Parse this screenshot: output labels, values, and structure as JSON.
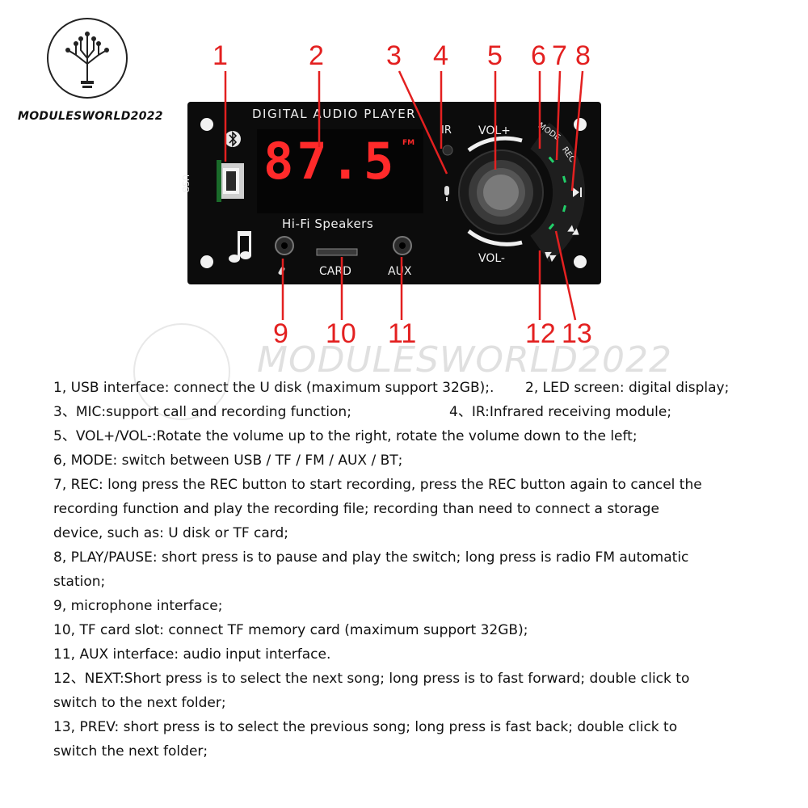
{
  "brand": {
    "name": "MODULESWORLD2022",
    "watermark": "MODULESWORLD2022"
  },
  "board": {
    "title": "DIGITAL AUDIO PLAYER",
    "display_value": "87.5",
    "display_unit": "FM",
    "subtitle": "Hi-Fi Speakers",
    "usb_label": "USB",
    "ir_label": "IR",
    "vol_plus": "VOL+",
    "vol_minus": "VOL-",
    "mode_label": "MODE",
    "rec_label": "REC",
    "card_label": "CARD",
    "aux_label": "AUX"
  },
  "callouts": {
    "n1": "1",
    "n2": "2",
    "n3": "3",
    "n4": "4",
    "n5": "5",
    "n6": "6",
    "n7": "7",
    "n8": "8",
    "n9": "9",
    "n10": "10",
    "n11": "11",
    "n12": "12",
    "n13": "13"
  },
  "descriptions": {
    "l1a": "1, USB interface: connect the U disk (maximum support 32GB);.",
    "l1b": "2, LED screen: digital display;",
    "l2a": "3、MIC:support call and recording function;",
    "l2b": "4、IR:Infrared receiving module;",
    "l3": "5、VOL+/VOL-:Rotate the volume up to the right, rotate the volume down to the left;",
    "l4": "6, MODE: switch between USB / TF / FM / AUX / BT;",
    "l5": "7, REC: long press the REC button to start recording, press the REC button again to cancel the",
    "l6": "recording function and play the recording file; recording than need to connect a storage",
    "l7": "device, such as: U disk or TF card;",
    "l8": "8, PLAY/PAUSE: short press is to pause and play the switch; long press is radio FM automatic",
    "l9": "station;",
    "l10": "9, microphone interface;",
    "l11": "10, TF card slot: connect TF memory card (maximum support 32GB);",
    "l12": "11, AUX interface: audio input interface.",
    "l13": "12、NEXT:Short press is to select the next song; long press is to fast forward; double click to",
    "l14": "switch to the next folder;",
    "l15": "13, PREV: short press is to select the previous song; long press is fast back; double click to",
    "l16": "switch the next folder;"
  },
  "colors": {
    "callout_red": "#e32020",
    "board_black": "#0c0c0c",
    "led_red": "#ff2a2a",
    "led_green": "#22d06a"
  }
}
